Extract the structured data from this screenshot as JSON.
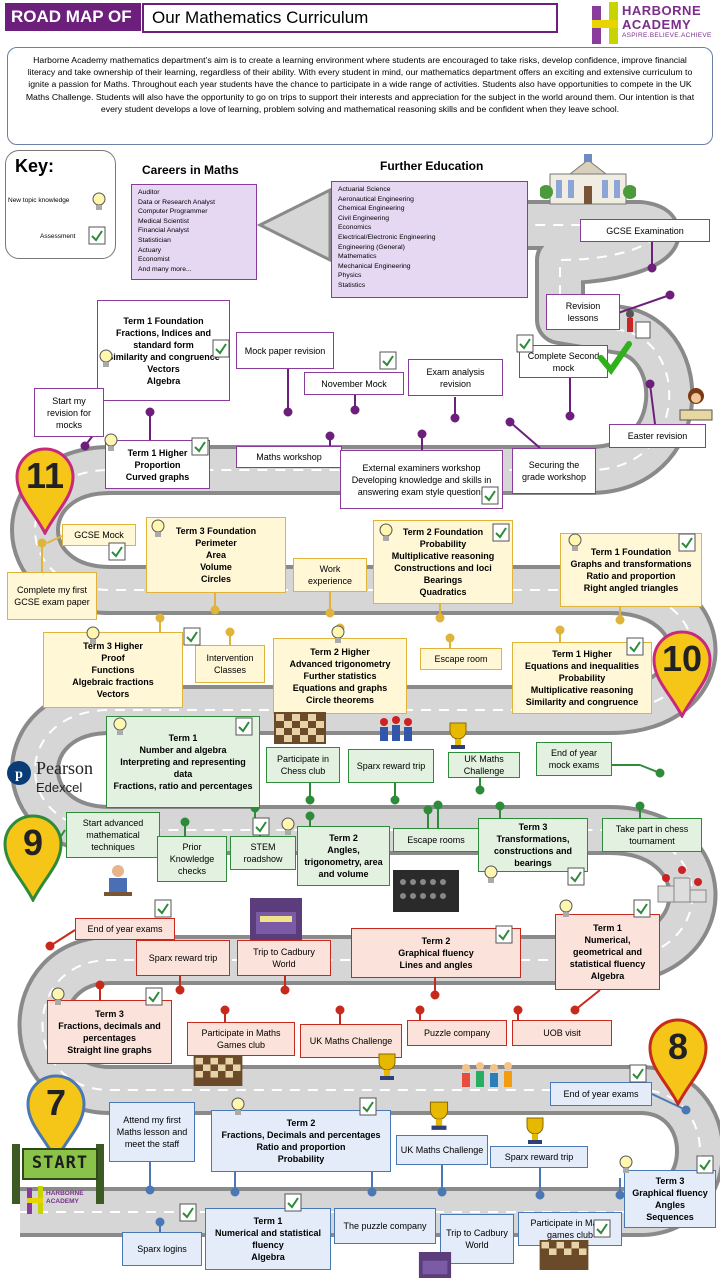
{
  "header": {
    "tag": "ROAD MAP OF",
    "title": "Our Mathematics Curriculum",
    "logo_name_1": "HARBORNE",
    "logo_name_2": "ACADEMY",
    "logo_tagline": "ASPIRE.BELIEVE.ACHIEVE"
  },
  "intro": "Harborne Academy mathematics department’s aim is to create a learning environment where students are encouraged to take risks, develop confidence, improve financial literacy and take ownership of their learning, regardless of their ability. With every student in mind, our mathematics department offers an exciting and extensive curriculum to ignite a passion for Maths. Throughout each year students have the chance to participate in a wide range of activities. Students also have opportunities to compete in the UK Maths Challenge. Students will also have the opportunity to go on trips to support their interests and appreciation for the subject in the world around them. Our intention is that every student develops a love of learning, problem solving and mathematical reasoning skills and be confident when they leave school.",
  "key": {
    "title": "Key:",
    "new_topic": "New topic knowledge",
    "assessment": "Assessment"
  },
  "careers": {
    "heading": "Careers in Maths",
    "items": [
      "Auditor",
      "Data or Research Analyst",
      "Computer Programmer",
      "Medical Scientist",
      "Financial Analyst",
      "Statistician",
      "Actuary",
      "Economist",
      "And many more..."
    ]
  },
  "further_education": {
    "heading": "Further Education",
    "items": [
      "Actuarial Science",
      "Aeronautical Engineering",
      "Chemical Engineering",
      "Civil Engineering",
      "Economics",
      "Electrical/Electronic Engineering",
      "Engineering (General)",
      "Mathematics",
      "Mechanical Engineering",
      "Physics",
      "Statistics"
    ]
  },
  "years": {
    "y7": "7",
    "y8": "8",
    "y9": "9",
    "y10": "10",
    "y11": "11"
  },
  "start": "START",
  "pearson": {
    "name": "Pearson",
    "sub": "Edexcel"
  },
  "y11": {
    "gcse_exam": "GCSE Examination",
    "revision_lessons": "Revision lessons",
    "complete_second_mock": "Complete Second mock",
    "easter_revision": "Easter revision",
    "term1_foundation": [
      "Term 1 Foundation",
      "Fractions, Indices and standard form",
      "Similarity and congruence",
      "Vectors",
      "Algebra"
    ],
    "mock_paper_revision": "Mock paper revision",
    "november_mock": "November Mock",
    "exam_analysis_revision": "Exam analysis revision",
    "start_revision": "Start my revision for mocks",
    "term1_higher": [
      "Term 1 Higher",
      "Proportion",
      "Curved graphs"
    ],
    "maths_workshop": "Maths workshop",
    "external_workshop": [
      "External examiners workshop",
      "Developing knowledge and skills in answering exam style questions"
    ],
    "securing_grade": "Securing the grade workshop"
  },
  "y10": {
    "gcse_mock": "GCSE Mock",
    "first_gcse_paper": "Complete my first GCSE exam paper",
    "term3_foundation": [
      "Term 3 Foundation",
      "Perimeter",
      "Area",
      "Volume",
      "Circles"
    ],
    "work_experience": "Work experience",
    "term2_foundation": [
      "Term 2 Foundation",
      "Probability",
      "Multiplicative reasoning",
      "Constructions and loci",
      "Bearings",
      "Quadratics"
    ],
    "term1_foundation": [
      "Term 1 Foundation",
      "Graphs and transformations",
      "Ratio and proportion",
      "Right angled triangles"
    ],
    "term3_higher": [
      "Term 3 Higher",
      "Proof",
      "Functions",
      "Algebraic fractions",
      "Vectors"
    ],
    "intervention": "Intervention Classes",
    "term2_higher": [
      "Term 2 Higher",
      "Advanced trigonometry",
      "Further statistics",
      "Equations and graphs",
      "Circle theorems"
    ],
    "escape_room": "Escape room",
    "term1_higher": [
      "Term 1 Higher",
      "Equations and inequalities",
      "Probability",
      "Multiplicative reasoning",
      "Similarity and congruence"
    ]
  },
  "y9": {
    "term1": [
      "Term 1",
      "Number and algebra",
      "Interpreting and representing data",
      "Fractions, ratio and percentages"
    ],
    "chess_club": "Participate in Chess club",
    "sparx_trip": "Sparx reward trip",
    "ukmc": "UK Maths Challenge",
    "end_mock": "End of year mock exams",
    "advanced": "Start advanced mathematical techniques",
    "prior": "Prior Knowledge checks",
    "stem": "STEM roadshow",
    "term2": [
      "Term 2",
      "Angles, trigonometry, area and volume"
    ],
    "escape_rooms": "Escape rooms",
    "term3": [
      "Term 3",
      "Transformations, constructions and bearings"
    ],
    "chess_tournament": "Take part in chess tournament"
  },
  "y8": {
    "end_exams": "End of year exams",
    "sparx_trip": "Sparx reward trip",
    "cadbury": "Trip to Cadbury World",
    "term2": [
      "Term 2",
      "Graphical fluency",
      "Lines and angles"
    ],
    "term1": [
      "Term 1",
      "Numerical, geometrical and statistical fluency",
      "Algebra"
    ],
    "term3": [
      "Term 3",
      "Fractions, decimals and percentages",
      "Straight line graphs"
    ],
    "games_club": "Participate in Maths Games club",
    "ukmc": "UK Maths Challenge",
    "puzzle": "Puzzle company",
    "uob": "UOB visit"
  },
  "y7": {
    "end_exams": "End of year exams",
    "first_lesson": "Attend my first Maths lesson and meet the staff",
    "term2": [
      "Term 2",
      "Fractions, Decimals and percentages",
      "Ratio and proportion",
      "Probability"
    ],
    "ukmc": "UK Maths Challenge",
    "sparx_trip": "Sparx reward trip",
    "term3": [
      "Term 3",
      "Graphical fluency",
      "Angles",
      "Sequences"
    ],
    "sparx_logins": "Sparx logins",
    "term1": [
      "Term 1",
      "Numerical and statistical fluency",
      "Algebra"
    ],
    "puzzle": "The puzzle company",
    "cadbury": "Trip to Cadbury World",
    "games_club": "Participate in Maths games club"
  },
  "colors": {
    "purple": "#8a3c9c",
    "yellow": "#e0b43a",
    "green": "#2e8b3a",
    "red": "#c72a1c",
    "blue": "#4a78b5",
    "road": "#7f7f7f",
    "pin": "#f5c518"
  }
}
